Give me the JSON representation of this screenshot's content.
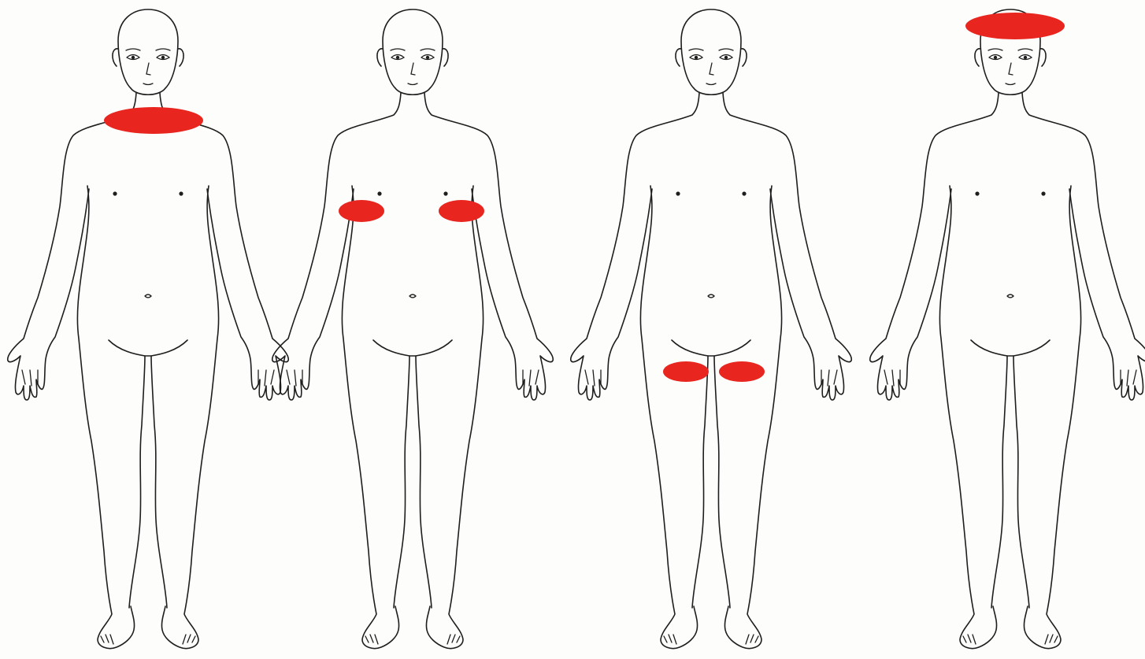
{
  "figures": [
    {
      "id": "figure-1",
      "highlighted_region": "neck"
    },
    {
      "id": "figure-2",
      "highlighted_region": "upper-arms"
    },
    {
      "id": "figure-3",
      "highlighted_region": "thighs"
    },
    {
      "id": "figure-4",
      "highlighted_region": "top-of-head"
    }
  ],
  "colors": {
    "background": "#fdfdfc",
    "outline": "#1e1e1e",
    "highlight": "#e8261f"
  }
}
